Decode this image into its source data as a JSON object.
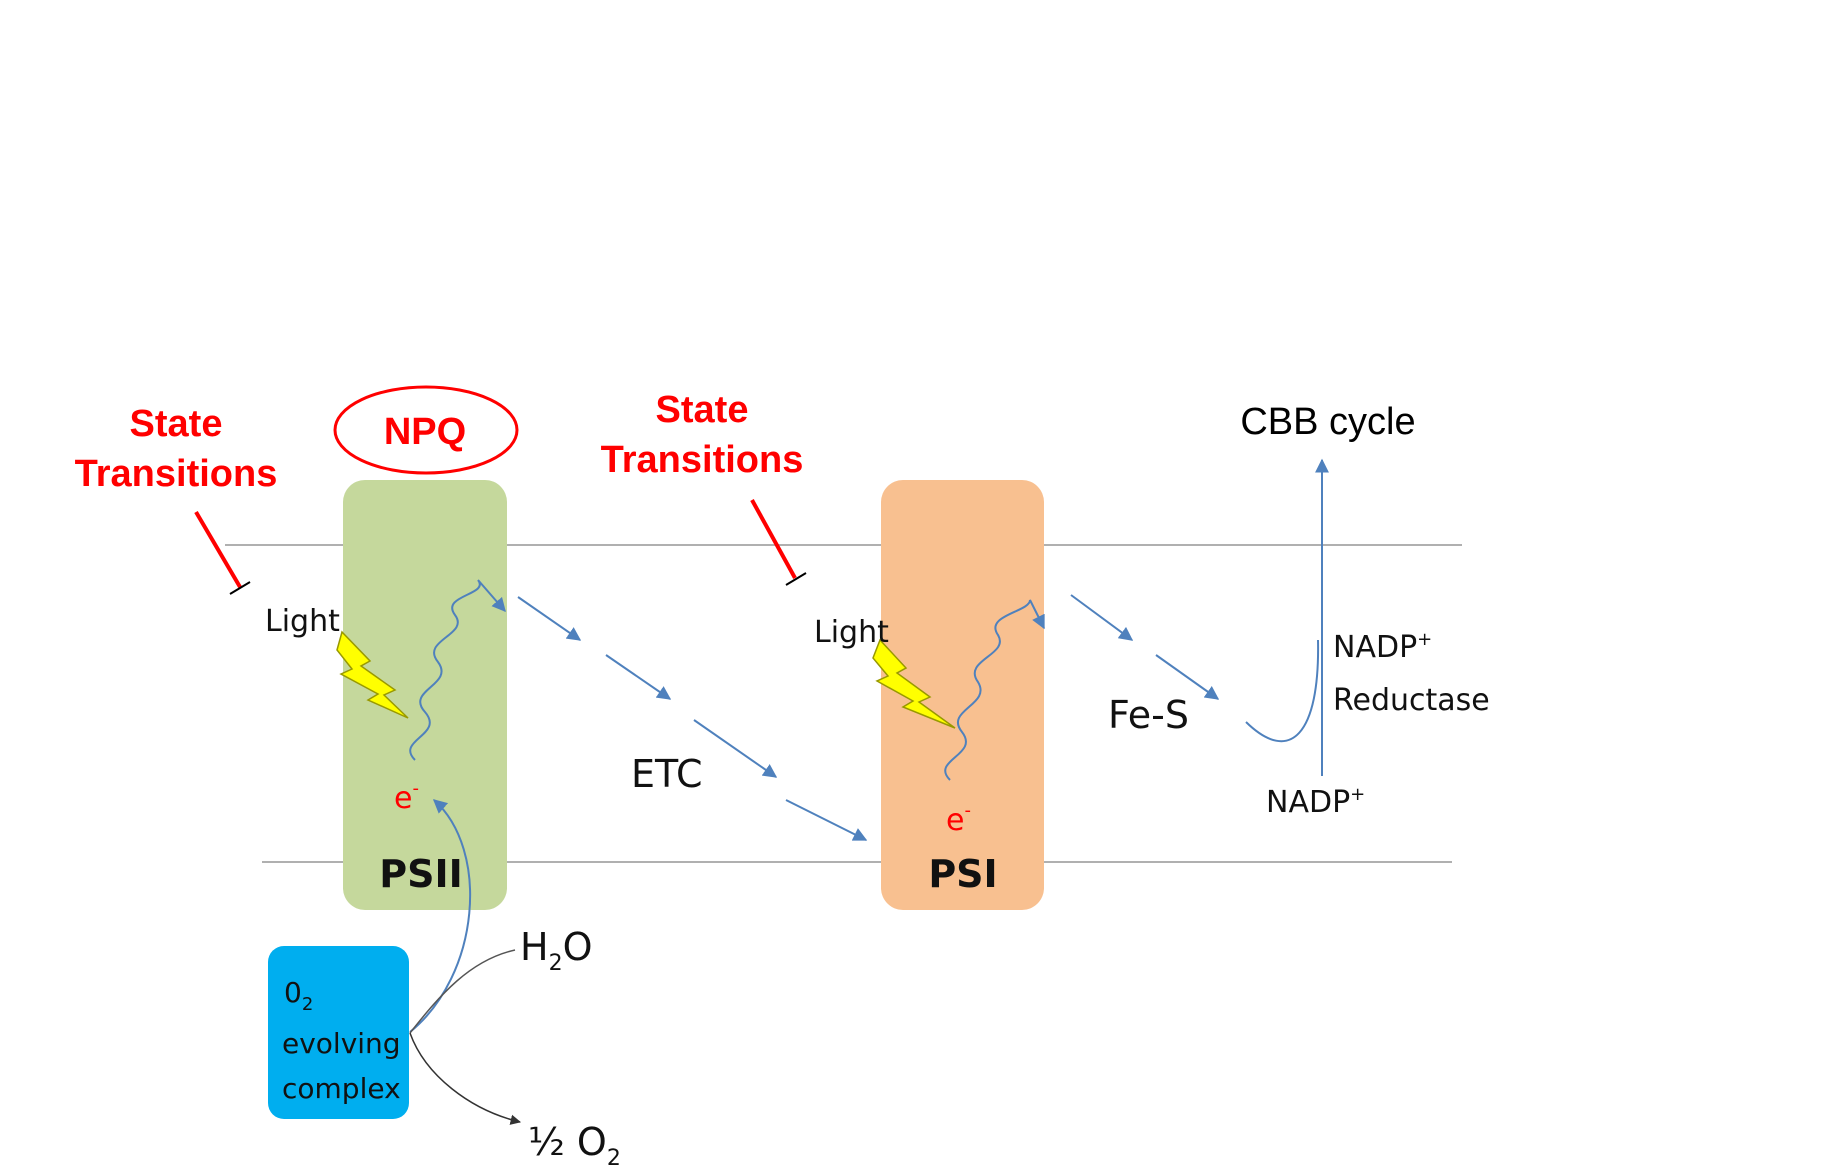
{
  "diagram": {
    "state_transitions_left": {
      "line1": "State",
      "line2": "Transitions"
    },
    "state_transitions_right": {
      "line1": "State",
      "line2": "Transitions"
    },
    "npq": "NPQ",
    "cbb_cycle": "CBB cycle",
    "psii": {
      "label": "PSII",
      "light": "Light",
      "electron": "e",
      "electron_sup": "-"
    },
    "psi": {
      "label": "PSI",
      "light": "Light",
      "electron": "e",
      "electron_sup": "-"
    },
    "etc": "ETC",
    "fes": "Fe-S",
    "nadp_reductase": {
      "line1_base": "NADP",
      "line1_sup": "+",
      "line2": "Reductase"
    },
    "nadp_plus": {
      "base": "NADP",
      "sup": "+"
    },
    "oec": {
      "line1_base": "0",
      "line1_sub": "2",
      "line2": "evolving",
      "line3": "complex"
    },
    "water": {
      "base": "H",
      "sub": "2",
      "tail": "O"
    },
    "oxygen": {
      "base": "½ O",
      "sub": "2"
    },
    "colors": {
      "psii_fill": "#c5d89c",
      "psi_fill": "#f8c090",
      "oec_fill": "#00aeef",
      "arrow_blue": "#4f81bd",
      "red": "#ff0000",
      "bolt": "#ffff00",
      "membrane": "#b0b0b0"
    }
  }
}
